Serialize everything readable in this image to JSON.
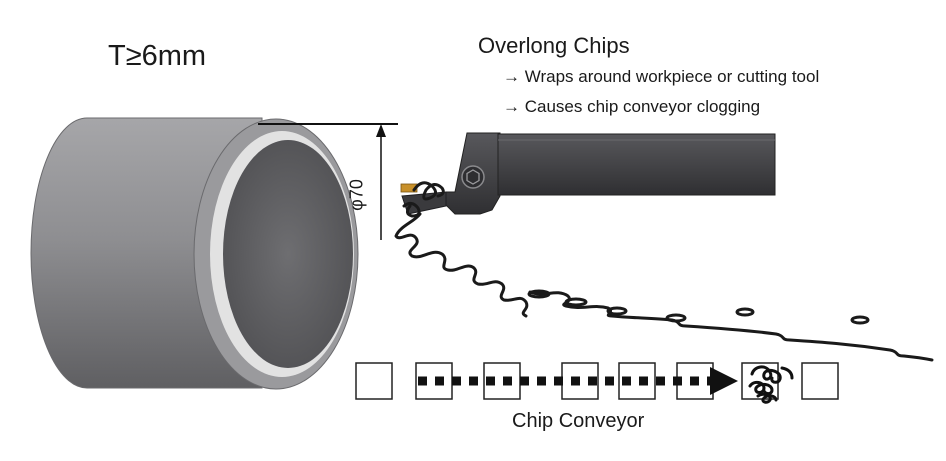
{
  "workpiece": {
    "thickness_label": "T≥6mm",
    "diameter_label": "φ70"
  },
  "chips": {
    "title": "Overlong Chips",
    "effects": [
      "→ Wraps around workpiece or cutting tool",
      "→ Causes chip conveyor clogging"
    ]
  },
  "conveyor": {
    "label": "Chip Conveyor"
  },
  "colors": {
    "workpiece_shade": "#8c8c8f",
    "tool_body": "#3d3d40",
    "insert": "#c8902a",
    "chip": "#1a1a1a"
  }
}
